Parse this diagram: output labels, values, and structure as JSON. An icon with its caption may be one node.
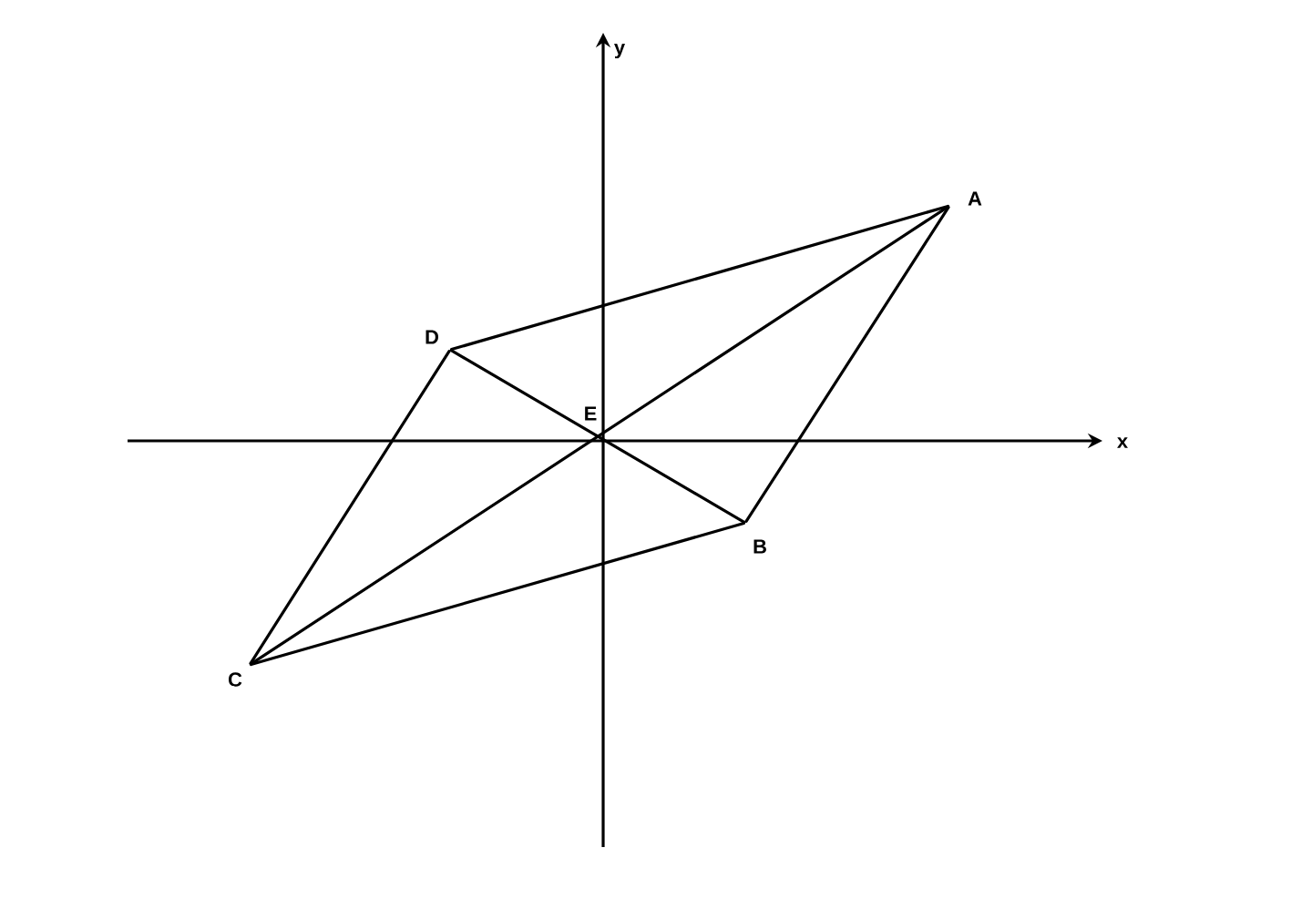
{
  "diagram": {
    "nodes": [
      {
        "text": [],
        "shape": "point",
        "beside": [
          "A"
        ]
      },
      {
        "text": [],
        "shape": "point",
        "beside": [
          "B"
        ]
      },
      {
        "text": [],
        "shape": "point",
        "beside": [
          "C"
        ]
      },
      {
        "text": [],
        "shape": "point",
        "beside": [
          "D"
        ]
      },
      {
        "text": [],
        "shape": "point",
        "beside": [
          "E"
        ]
      }
    ],
    "edges": [
      {
        "from": 0,
        "to": 3,
        "arrow": "none"
      },
      {
        "from": 3,
        "to": 2,
        "arrow": "none"
      },
      {
        "from": 2,
        "to": 1,
        "arrow": "none"
      },
      {
        "from": 1,
        "to": 0,
        "arrow": "none"
      },
      {
        "from": 0,
        "to": 2,
        "arrow": "none"
      },
      {
        "from": 3,
        "to": 1,
        "arrow": "none"
      }
    ],
    "labels": [
      "x",
      "y"
    ]
  }
}
